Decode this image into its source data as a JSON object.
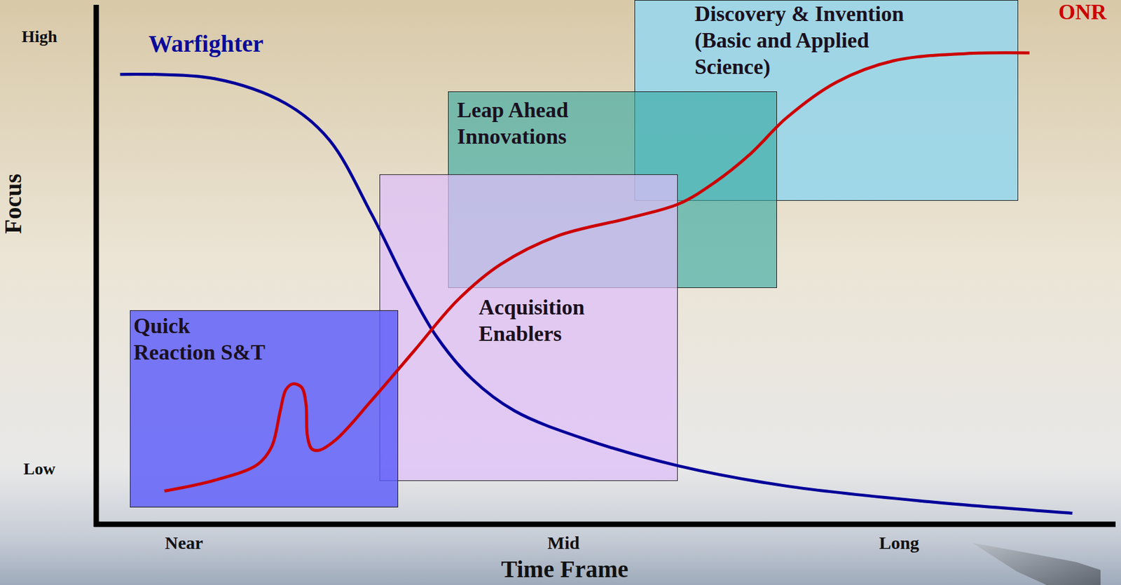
{
  "diagram": {
    "nodes": [
      {
        "text": [
          "Discovery & Invention (Basic and Applied Science)"
        ]
      },
      {
        "text": [
          "Leap Ahead Innovations"
        ]
      },
      {
        "text": [
          "Acquisition Enablers"
        ]
      },
      {
        "text": [
          "Quick Reaction S&T"
        ]
      }
    ],
    "labels": [
      "High",
      "Low",
      "Focus",
      "Warfighter",
      "ONR",
      "Near",
      "Mid",
      "Long",
      "Time Frame"
    ]
  }
}
